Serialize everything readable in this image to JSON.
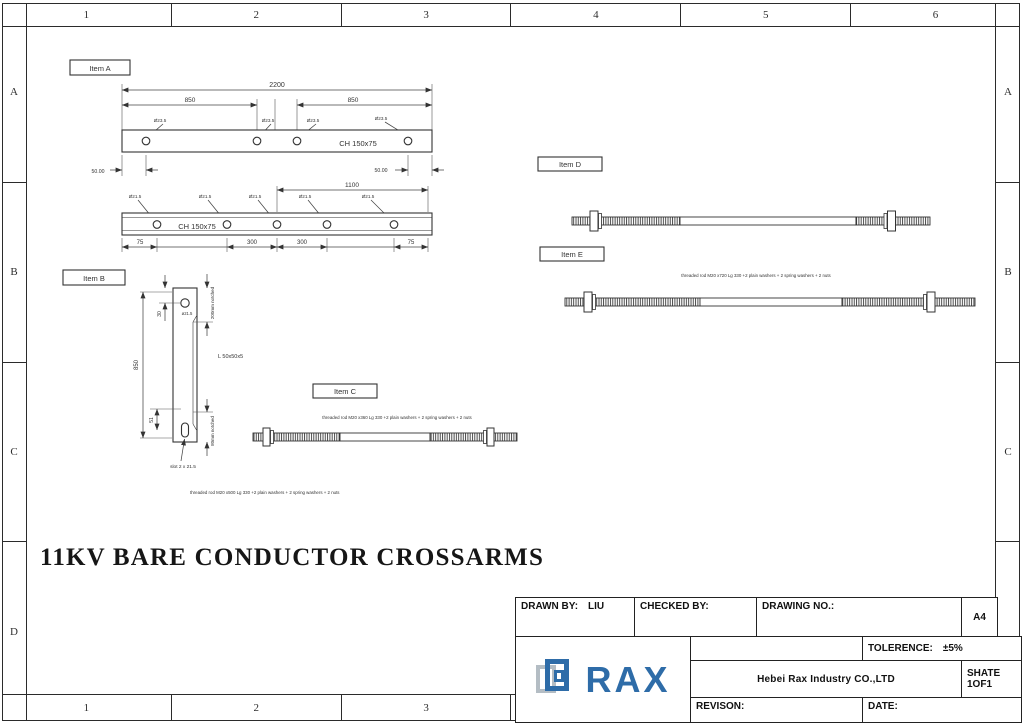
{
  "sheet": {
    "top_cols": [
      "1",
      "2",
      "3",
      "4",
      "5",
      "6"
    ],
    "bottom_cols": [
      "1",
      "2",
      "3",
      "",
      "",
      ""
    ],
    "left_rows": [
      "A",
      "B",
      "C",
      "D"
    ],
    "right_rows": [
      "A",
      "B",
      "C",
      ""
    ]
  },
  "title": {
    "text": "11KV BARE CONDUCTOR CROSSARMS"
  },
  "item_a": {
    "label": "Item A",
    "dim_total": "2200",
    "dim_half": "850",
    "hole_dia": "Ø23.5",
    "beam_spec": "CH 150x75",
    "end_dim": "50.00"
  },
  "item_a2": {
    "dim_1100": "1100",
    "hole_dia": "Ø21.5",
    "beam_spec": "CH 150x75",
    "dim_75": "75",
    "dim_300": "300"
  },
  "item_b": {
    "label": "Item B",
    "length": "850",
    "hole_offset": "30",
    "hole_dia": "ø21.5",
    "notch_top": "200mm notched",
    "angle_spec": "L 50x50x5",
    "slot_offset": "51",
    "notch_bottom": "80mm notched",
    "slot_note": "slot 2 x 21.5"
  },
  "item_c": {
    "label": "Item C",
    "caption": "threaded rod M20 x360 Lg 330 +2 plain washers + 2 spring washers + 2 nuts",
    "note": "threaded rod M20 x500 Lg 330 +2 plain washers + 2 spring washers + 2 nuts"
  },
  "item_d": {
    "label": "Item D"
  },
  "item_e": {
    "label": "Item E",
    "caption": "threaded rod M20 x720 Lg 330 +2 plain washers + 2 spring washers + 2 nuts"
  },
  "title_block": {
    "drawn_by_label": "DRAWN BY:",
    "drawn_by_value": "LIU",
    "checked_by_label": "CHECKED BY:",
    "drawing_no_label": "DRAWING NO.:",
    "paper_size": "A4",
    "tolerance_label": "TOLERENCE:",
    "tolerance_value": "±5%",
    "company": "Hebei Rax Industry CO.,LTD",
    "sheet_label": "SHATE 1OF1",
    "revision_label": "REVISON:",
    "date_label": "DATE:",
    "logo_text": "RAX"
  },
  "colors": {
    "logo_blue": "#2e6ca8",
    "line": "#333333"
  }
}
